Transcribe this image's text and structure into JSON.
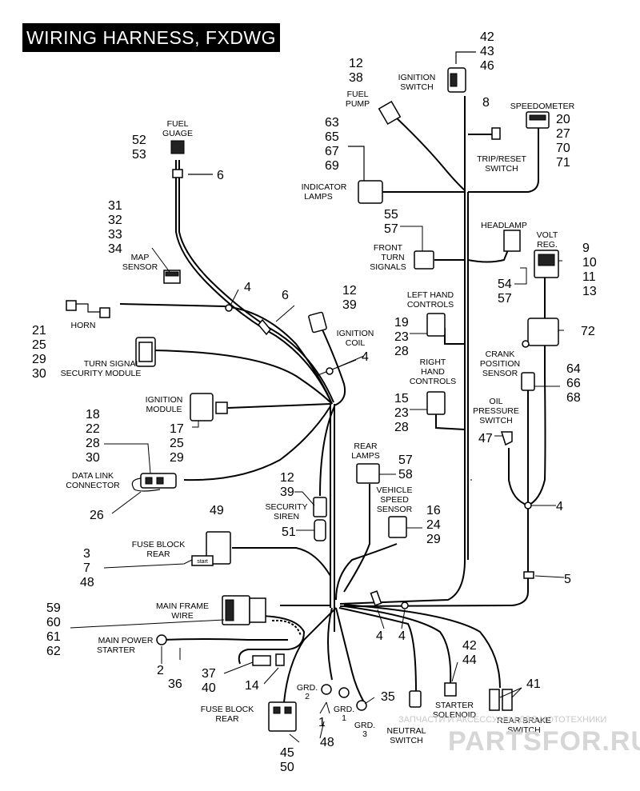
{
  "title": "WIRING HARNESS, FXDWG",
  "watermark": {
    "small": "ЗАПЧАСТИ И АКСЕССУАРЫ ДЛЯ МОТОТЕХНИКИ",
    "large": "PARTSFOR.RU"
  },
  "labels": {
    "fuel_gauge": [
      "FUEL",
      "GUAGE"
    ],
    "map_sensor": [
      "MAP",
      "SENSOR"
    ],
    "horn": [
      "HORN"
    ],
    "turn_signal_module": [
      "TURN SIGNAL",
      "SECURITY MODULE"
    ],
    "ignition_module": [
      "IGNITION",
      "MODULE"
    ],
    "data_link": [
      "DATA LINK",
      "CONNECTOR"
    ],
    "fuse_block_rear_top": [
      "FUSE BLOCK",
      "REAR"
    ],
    "main_frame_wire": [
      "MAIN FRAME",
      "WIRE"
    ],
    "main_power_starter": [
      "MAIN POWER",
      "STARTER"
    ],
    "fuse_block_rear_bottom": [
      "FUSE BLOCK",
      "REAR"
    ],
    "fuel_pump": [
      "FUEL",
      "PUMP"
    ],
    "ignition_switch": [
      "IGNITION",
      "SWITCH"
    ],
    "speedometer": [
      "SPEEDOMETER"
    ],
    "trip_reset": [
      "TRIP/RESET",
      "SWITCH"
    ],
    "indicator_lamps": [
      "INDICATOR",
      "LAMPS"
    ],
    "headlamp": [
      "HEADLAMP"
    ],
    "volt_reg": [
      "VOLT",
      "REG."
    ],
    "front_turn": [
      "FRONT",
      "TURN",
      "SIGNALS"
    ],
    "ignition_coil": [
      "IGNITION",
      "COIL"
    ],
    "left_hand": [
      "LEFT HAND",
      "CONTROLS"
    ],
    "right_hand": [
      "RIGHT",
      "HAND",
      "CONTROLS"
    ],
    "crank_sensor": [
      "CRANK",
      "POSITION",
      "SENSOR"
    ],
    "oil_pressure": [
      "OIL",
      "PRESSURE",
      "SWITCH"
    ],
    "rear_lamps": [
      "REAR",
      "LAMPS"
    ],
    "vehicle_speed": [
      "VEHICLE",
      "SPEED",
      "SENSOR"
    ],
    "security_siren": [
      "SECURITY",
      "SIREN"
    ],
    "grd2": [
      "GRD.",
      "2"
    ],
    "grd1": [
      "GRD.",
      "1"
    ],
    "grd3": [
      "GRD.",
      "3"
    ],
    "neutral_switch": [
      "NEUTRAL",
      "SWITCH"
    ],
    "starter_solenoid": [
      "STARTER",
      "SOLENOID"
    ],
    "rear_brake": [
      "REAR BRAKE",
      "SWITCH"
    ],
    "start_tag": "start"
  },
  "callouts": {
    "fuel_gauge": [
      "52",
      "53"
    ],
    "fuel_gauge_conn": "6",
    "map_sensor": [
      "31",
      "32",
      "33",
      "34"
    ],
    "map_clip": "4",
    "map_conn": "6",
    "turn_signal_module": [
      "21",
      "25",
      "29",
      "30"
    ],
    "ignition_module": [
      "17",
      "25",
      "29"
    ],
    "data_link": [
      "18",
      "22",
      "28",
      "30"
    ],
    "data_link_strap": "26",
    "fuse_block_rear_top": "49",
    "fuse_block_rear_top_left": [
      "3",
      "7",
      "48"
    ],
    "main_frame_wire": [
      "59",
      "60",
      "61",
      "62"
    ],
    "main_power_starter": [
      "2",
      "36"
    ],
    "starter_conn": [
      "37",
      "40"
    ],
    "starter_clip": "14",
    "fuse_block_rear_bottom": [
      "45",
      "50"
    ],
    "fuse_block_rear_bottom_right": "48",
    "fuel_pump": [
      "12",
      "38"
    ],
    "ignition_switch": [
      "42",
      "43",
      "46"
    ],
    "trip_reset": "8",
    "speedometer": [
      "20",
      "27",
      "70",
      "71"
    ],
    "indicator_lamps": [
      "63",
      "65",
      "67",
      "69"
    ],
    "front_turn": [
      "55",
      "57"
    ],
    "headlamp": [
      "54",
      "57"
    ],
    "volt_reg": [
      "9",
      "10",
      "11",
      "13"
    ],
    "ignition_coil": [
      "12",
      "39"
    ],
    "coil_clip": "4",
    "left_hand": [
      "19",
      "23",
      "28"
    ],
    "volt_reg_bottom": "72",
    "crank_sensor": [
      "64",
      "66",
      "68"
    ],
    "right_hand": [
      "15",
      "23",
      "28"
    ],
    "oil_pressure": "47",
    "rear_lamps": [
      "57",
      "58"
    ],
    "security_siren": [
      "12",
      "39"
    ],
    "siren_conn": "51",
    "vehicle_speed": [
      "16",
      "24",
      "29"
    ],
    "right_clip": "4",
    "right_conn": "5",
    "ground_gr3": "35",
    "grounds": "1",
    "bottom_clip_a": "4",
    "bottom_clip_b": "4",
    "starter_solenoid": [
      "42",
      "44"
    ],
    "rear_brake": "41"
  }
}
